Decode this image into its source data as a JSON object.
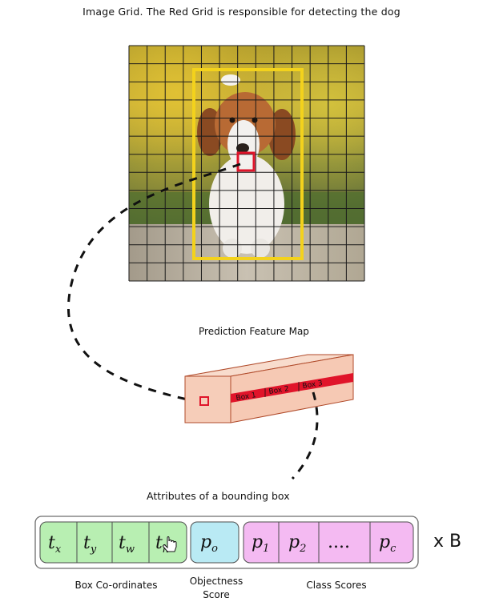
{
  "header": {
    "title": "Image Grid. The Red Grid is responsible for detecting the dog"
  },
  "feature_map": {
    "title": "Prediction Feature Map",
    "boxes": [
      "Box 1",
      "Box 2",
      "Box 3"
    ]
  },
  "attributes": {
    "title": "Attributes of a bounding box",
    "multiplier": "x B",
    "coords": [
      {
        "base": "t",
        "sub": "x"
      },
      {
        "base": "t",
        "sub": "y"
      },
      {
        "base": "t",
        "sub": "w"
      },
      {
        "base": "t",
        "sub": "h"
      }
    ],
    "objectness": {
      "base": "p",
      "sub": "o"
    },
    "classes": [
      {
        "base": "p",
        "sub": "1"
      },
      {
        "base": "p",
        "sub": "2"
      },
      {
        "base": "....",
        "sub": ""
      },
      {
        "base": "p",
        "sub": "c"
      }
    ],
    "labels": {
      "coords": "Box Co-ordinates",
      "objectness": "Objectness\nScore",
      "classes": "Class Scores"
    }
  },
  "colors": {
    "grid_line": "#1a1a1a",
    "dog_box": "#f3d21c",
    "red_cell": "#e0142a",
    "feature_map_face": "#f6cdb9",
    "feature_map_strip": "#e0142a",
    "coords_fill": "#b8efb2",
    "objectness_fill": "#b9eaf4",
    "classes_fill": "#f4baf2"
  }
}
